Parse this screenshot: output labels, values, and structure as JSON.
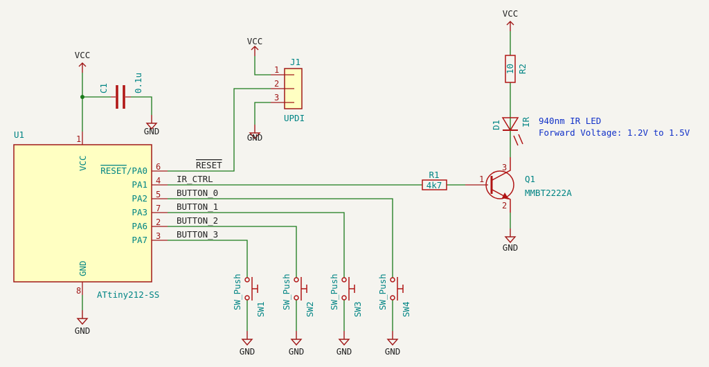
{
  "power": {
    "vcc": "VCC",
    "gnd": "GND"
  },
  "u1": {
    "ref": "U1",
    "value": "ATtiny212-SS",
    "pins": [
      {
        "number": "1",
        "name": "VCC"
      },
      {
        "number": "8",
        "name": "GND"
      },
      {
        "number": "6",
        "name": "RESET/PA0",
        "overbar": "RESET",
        "suffix": "/PA0",
        "net": "RESET"
      },
      {
        "number": "4",
        "name": "PA1",
        "net": "IR_CTRL"
      },
      {
        "number": "5",
        "name": "PA2",
        "net": "BUTTON_0"
      },
      {
        "number": "7",
        "name": "PA3",
        "net": "BUTTON_1"
      },
      {
        "number": "2",
        "name": "PA6",
        "net": "BUTTON_2"
      },
      {
        "number": "3",
        "name": "PA7",
        "net": "BUTTON_3"
      }
    ]
  },
  "c1": {
    "ref": "C1",
    "value": "0.1u"
  },
  "j1": {
    "ref": "J1",
    "value": "UPDI",
    "pins": [
      "1",
      "2",
      "3"
    ]
  },
  "r1": {
    "ref": "R1",
    "value": "4k7",
    "pin": "1"
  },
  "r2": {
    "ref": "R2",
    "value": "10"
  },
  "d1": {
    "ref": "D1",
    "value": "IR",
    "note_line1": "940nm IR LED",
    "note_line2": "Forward Voltage: 1.2V to 1.5V"
  },
  "q1": {
    "ref": "Q1",
    "value": "MMBT2222A",
    "pins": {
      "base": "1",
      "collector": "3",
      "emitter": "2"
    }
  },
  "switches": [
    {
      "ref": "SW1",
      "value": "SW_Push"
    },
    {
      "ref": "SW2",
      "value": "SW_Push"
    },
    {
      "ref": "SW3",
      "value": "SW_Push"
    },
    {
      "ref": "SW4",
      "value": "SW_Push"
    }
  ],
  "colors": {
    "background": "#f5f4ef",
    "body_fill": "#ffffc2",
    "body_stroke": "#a01818",
    "wire": "#1a7a1a",
    "reference": "#008484",
    "note": "#1030c8",
    "label": "#222222"
  }
}
